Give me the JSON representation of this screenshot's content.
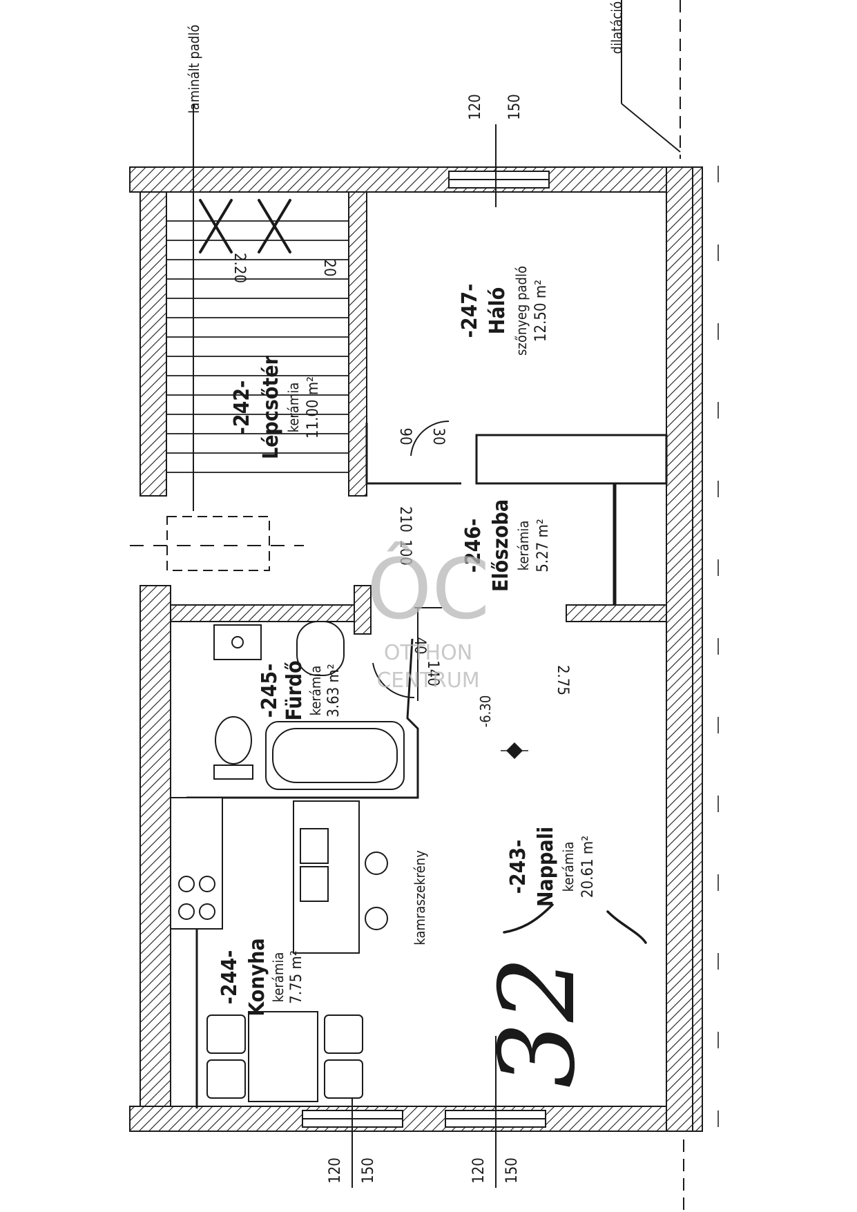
{
  "rooms": {
    "stair": {
      "num": "-242-",
      "name": "Lépcsőtér",
      "floor": "kerámia",
      "area": "11.00 m²"
    },
    "bedroom": {
      "num": "-247-",
      "name": "Háló",
      "floor": "szőnyeg padló",
      "area": "12.50 m²"
    },
    "hall": {
      "num": "-246-",
      "name": "Előszoba",
      "floor": "kerámia",
      "area": "5.27 m²"
    },
    "bath": {
      "num": "-245-",
      "name": "Fürdő",
      "floor": "kerámia",
      "area": "3.63 m²"
    },
    "living": {
      "num": "-243-",
      "name": "Nappali",
      "floor": "kerámia",
      "area": "20.61 m²"
    },
    "kitchen": {
      "num": "-244-",
      "name": "Konyha",
      "floor": "kerámia",
      "area": "7.75 m²"
    }
  },
  "labels": {
    "pantry": "kamraszekrény",
    "top_left_note": "laminált padló",
    "top_right_note": "dilatáció",
    "level": "-6.30"
  },
  "dims": {
    "stair_220": "2.20",
    "d20": "20",
    "d90": "90",
    "d30": "30",
    "d210": "210",
    "d100": "100",
    "d40": "40",
    "d140": "140",
    "d275": "2.75",
    "win_top_120": "120",
    "win_top_150": "150",
    "win_b1_120": "120",
    "win_b1_150": "150",
    "win_b2_120": "120",
    "win_b2_150": "150"
  },
  "handwritten": "32",
  "watermark": {
    "letters": "ÔC",
    "line1": "OTTHON",
    "line2": "CENTRUM"
  },
  "colors": {
    "ink": "#1a1a1a",
    "watermark": "#b8b8b8"
  }
}
